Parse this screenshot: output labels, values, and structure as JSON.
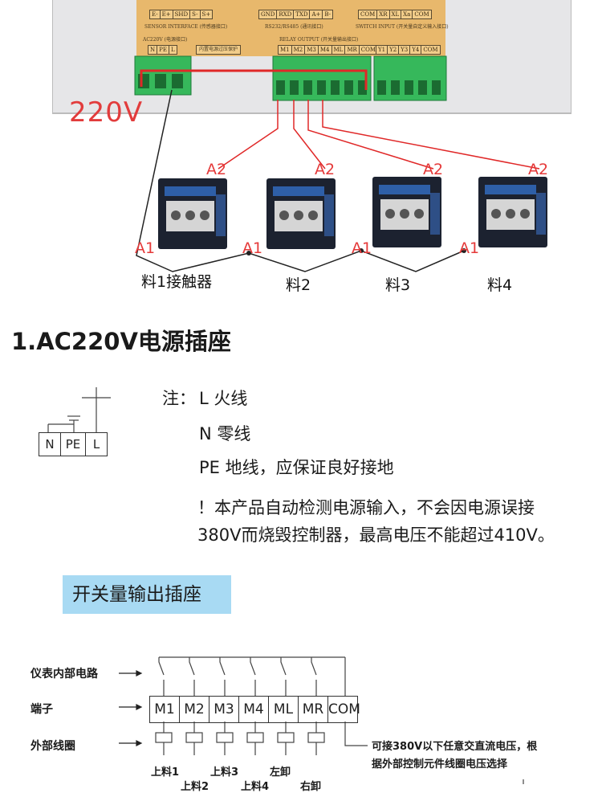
{
  "photo": {
    "sensor_boxes": [
      "E-",
      "E+",
      "SHD",
      "S-",
      "S+"
    ],
    "sensor_label": "SENSOR INTERFACE (传感器接口)",
    "ac_label": "AC220V (电源接口)",
    "power_boxes": [
      "N",
      "PE",
      "L"
    ],
    "protect_label": "内置电源过压保护",
    "rs_boxes": [
      "GND",
      "RXD",
      "TXD",
      "A+",
      "B-"
    ],
    "rs_label": "RS232/RS485 (通讯接口)",
    "relay_label": "RELAY OUTPUT (开关量输出接口)",
    "relay_boxes": [
      "M1",
      "M2",
      "M3",
      "M4",
      "ML",
      "MR",
      "COM"
    ],
    "switch_boxes": [
      "COM",
      "XR",
      "XL",
      "Xa",
      "COM"
    ],
    "switch_label": "SWITCH INPUT (开关量自定义输入接口)",
    "switch_boxes2": [
      "Y1",
      "Y2",
      "Y3",
      "Y4",
      "COM"
    ],
    "voltage": "220V",
    "a2": "A2",
    "a1": "A1",
    "captions": [
      "料1接触器",
      "料2",
      "料3",
      "料4"
    ]
  },
  "section1": {
    "title": "1.AC220V电源插座",
    "terminal": [
      "N",
      "PE",
      "L"
    ],
    "note_prefix": "注：",
    "line_l": "L  火线",
    "line_n": "N  零线",
    "line_pe": "PE  地线，应保证良好接地",
    "warn1": "！本产品自动检测电源输入，不会因电源误接",
    "warn2": "380V而烧毁控制器，最高电压不能超过410V。"
  },
  "section2": {
    "title": "开关量输出插座",
    "row_internal": "仪表内部电路",
    "row_terminal": "端子",
    "row_coil": "外部线圈",
    "terminals": [
      "M1",
      "M2",
      "M3",
      "M4",
      "ML",
      "MR",
      "COM"
    ],
    "note1": "可接380V以下任意交直流电压，根",
    "note2": "据外部控制元件线圈电压选择",
    "lbl_up1": "上料1",
    "lbl_up3": "上料3",
    "lbl_left": "左卸",
    "lbl_up2": "上料2",
    "lbl_up4": "上料4",
    "lbl_right": "右卸"
  }
}
